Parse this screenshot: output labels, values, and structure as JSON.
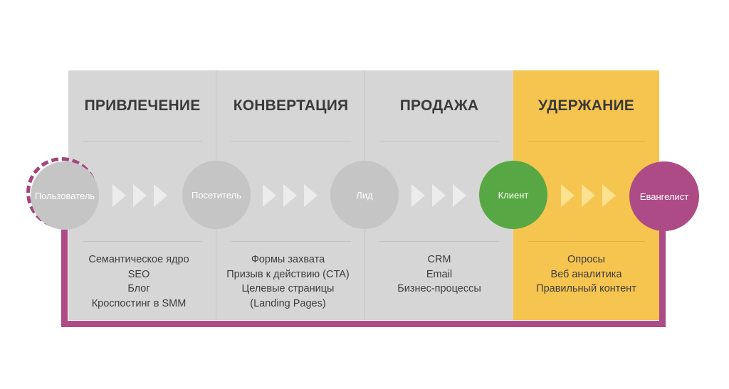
{
  "stages": [
    {
      "title": "ПРИВЛЕЧЕНИЕ",
      "items": [
        "Семантическое ядро",
        "SEO",
        "Блог",
        "Кроспостинг в SMM"
      ]
    },
    {
      "title": "КОНВЕРТАЦИЯ",
      "items": [
        "Формы захвата",
        "Призыв к действию (CTA)",
        "Целевые страницы",
        "(Landing Pages)"
      ]
    },
    {
      "title": "ПРОДАЖА",
      "items": [
        "CRM",
        "Email",
        "Бизнес-процессы"
      ]
    },
    {
      "title": "УДЕРЖАНИЕ",
      "items": [
        "Опросы",
        "Веб аналитика",
        "Правильный контент"
      ]
    }
  ],
  "nodes": {
    "user": "Пользователь",
    "visitor": "Посетитель",
    "lead": "Лид",
    "client": "Клиент",
    "evangelist": "Евангелист"
  },
  "colors": {
    "panel_gray": "#d6d6d6",
    "panel_highlight": "#f6c54f",
    "node_gray": "#c5c5c5",
    "client": "#57a844",
    "evangelist": "#ad4b87",
    "loop_line": "#ad4b87"
  }
}
